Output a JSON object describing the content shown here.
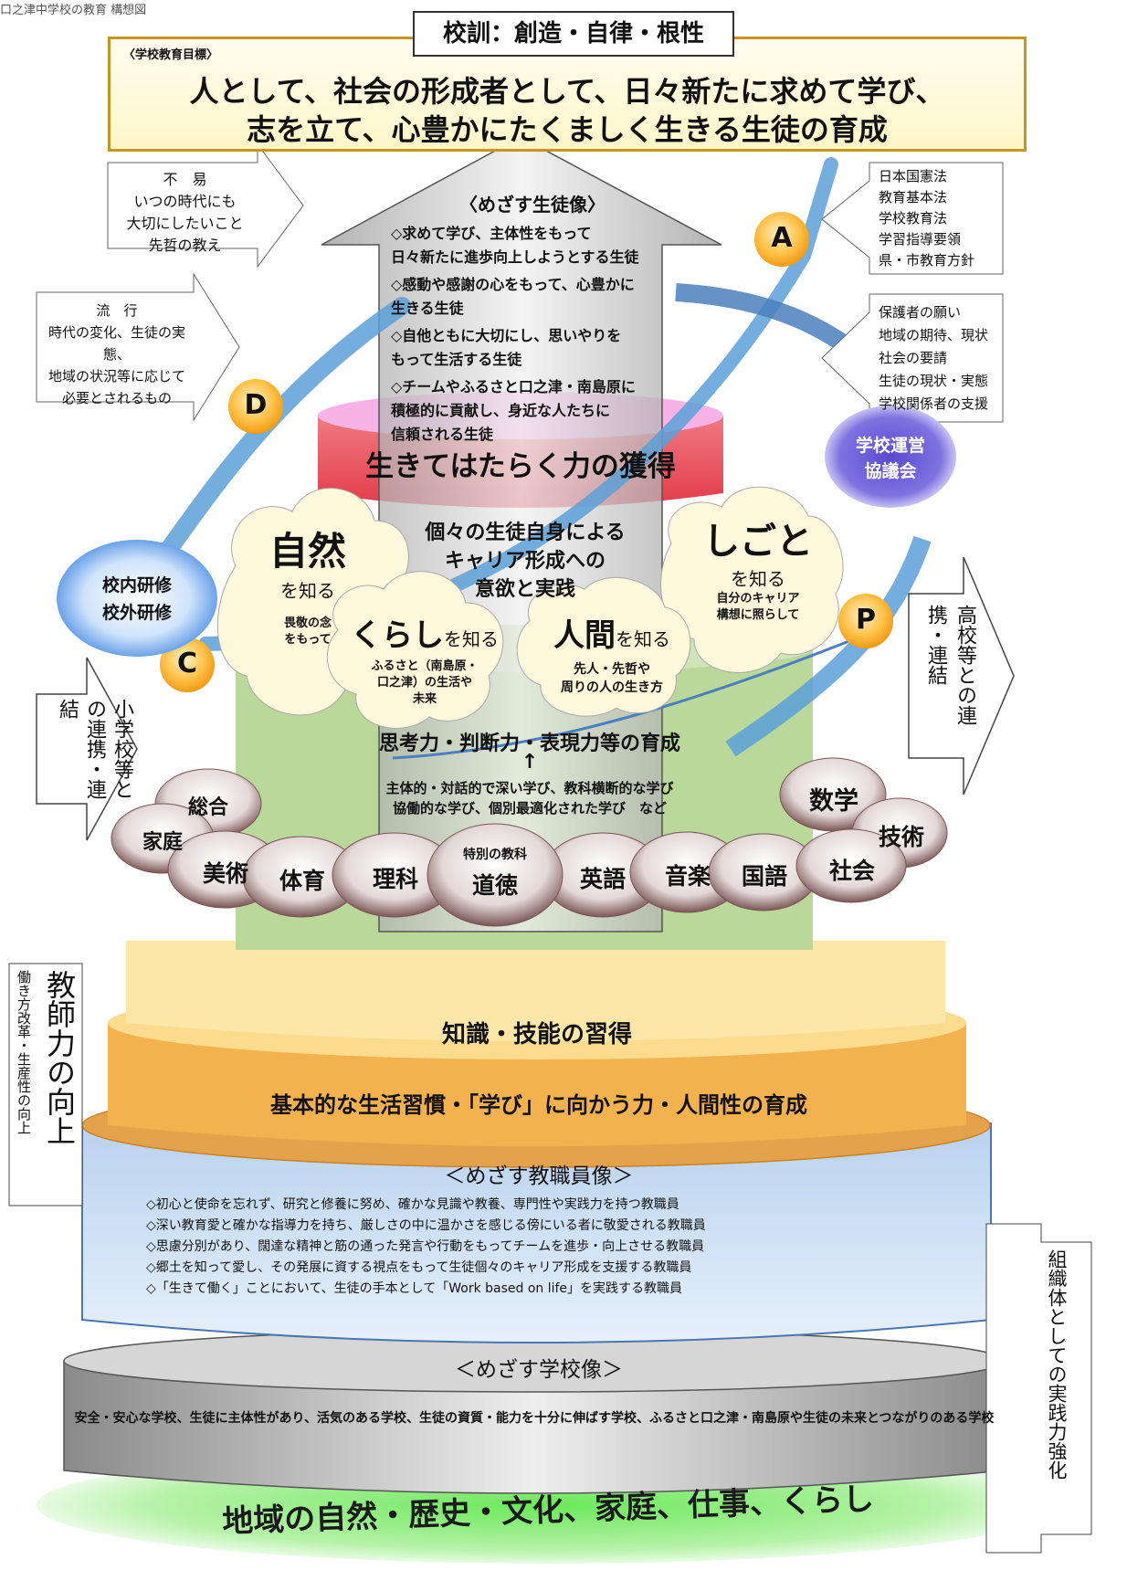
{
  "header_title": "口之津中学校の教育 構想図",
  "motto": "校訓：創造・自律・根性",
  "school_goal": {
    "label": "〈学校教育目標〉",
    "line1": "人として、社会の形成者として、日々新たに求めて学び、",
    "line2": "志を立て、心豊かにたくましく生きる生徒の育成"
  },
  "fueki": {
    "title": "不　易",
    "lines": [
      "いつの時代にも",
      "大切にしたいこと",
      "先哲の教え"
    ]
  },
  "ryuko": {
    "title": "流　行",
    "lines": [
      "時代の変化、生徒の実態、",
      "地域の状況等に応じて",
      "必要とされるもの"
    ]
  },
  "laws": [
    "日本国憲法",
    "教育基本法",
    "学校教育法",
    "学習指導要領",
    "県・市教育方針"
  ],
  "wishes": [
    "保護者の願い",
    "地域の期待、現状",
    "社会の要請",
    "生徒の現状・実態",
    "学校関係者の支援"
  ],
  "student_image": {
    "title": "〈めざす生徒像〉",
    "items": [
      [
        "◇求めて学び、主体性をもって",
        "日々新たに進歩向上しようとする生徒"
      ],
      [
        "◇感動や感謝の心をもって、心豊かに",
        "生きる生徒"
      ],
      [
        "◇自他ともに大切にし、思いやりを",
        "もって生活する生徒"
      ],
      [
        "◇チームやふるさと口之津・南島原に",
        "積極的に貢献し、身近な人たちに",
        "信頼される生徒"
      ]
    ]
  },
  "cycle": {
    "A": "A",
    "D": "D",
    "C": "C",
    "P": "P"
  },
  "council": [
    "学校運営",
    "協議会"
  ],
  "training": [
    "校内研修",
    "校外研修"
  ],
  "ikiru_chikara": "生きてはたらく力の獲得",
  "career": [
    "個々の生徒自身による",
    "キャリア形成への",
    "意欲と実践"
  ],
  "clouds": {
    "shizen": {
      "main": "自然",
      "sub": "を知る",
      "note": [
        "畏敬の念",
        "をもって"
      ]
    },
    "shigoto": {
      "main": "しごと",
      "sub": "を知る",
      "note": [
        "自分のキャリア",
        "構想に照らして"
      ]
    },
    "kurashi": {
      "main": "くらし",
      "sub": "を知る",
      "note": [
        "ふるさと（南島原・",
        "口之津）の生活や",
        "未来"
      ]
    },
    "ningen": {
      "main": "人間",
      "sub": "を知る",
      "note": [
        "先人・先哲や",
        "周りの人の生き方"
      ]
    }
  },
  "thinking": {
    "title": "思考力・判断力・表現力等の育成",
    "arrow": "↑",
    "lines": [
      "主体的・対話的で深い学び、教科横断的な学び",
      "協働的な学び、個別最適化された学び　など"
    ]
  },
  "subjects": {
    "sogo": "総合",
    "katei": "家庭",
    "bijutsu": "美術",
    "taiiku": "体育",
    "rika": "理科",
    "tokubetsu": "特別の教科",
    "dotoku": "道徳",
    "eigo": "英語",
    "ongaku": "音楽",
    "kokugo": "国語",
    "shakai": "社会",
    "sugaku": "数学",
    "gijutsu": "技術"
  },
  "knowledge": "知識・技能の習得",
  "basic": "基本的な生活習慣・「学び」に向かう力・人間性の育成",
  "elementary": "小学校等との連携・連結",
  "highschool": "高校等との連携・連結",
  "teacher_power": "教師力の向上",
  "work_reform": "働き方改革・生産性の向上",
  "teacher_image": {
    "title": "＜めざす教職員像＞",
    "items": [
      "◇初心と使命を忘れず、研究と修養に努め、確かな見識や教養、専門性や実践力を持つ教職員",
      "◇深い教育愛と確かな指導力を持ち、厳しさの中に温かさを感じる傍にいる者に敬愛される教職員",
      "◇思慮分別があり、闊達な精神と筋の通った発言や行動をもってチームを進歩・向上させる教職員",
      "◇郷土を知って愛し、その発展に資する視点をもって生徒個々のキャリア形成を支援する教職員",
      "◇「生きて働く」ことにおいて、生徒の手本として「Work based on life」を実践する教職員"
    ]
  },
  "org_power": "組織体としての実践力強化",
  "school_image": {
    "title": "＜めざす学校像＞",
    "text": "安全・安心な学校、生徒に主体性があり、活気のある学校、生徒の資質・能力を十分に伸ばす学校、ふるさと口之津・南島原や生徒の未来とつながりのある学校"
  },
  "base": "地域の自然・歴史・文化、家庭、仕事、くらし",
  "colors": {
    "accent_gold": "#c99420",
    "cycle_blue": "#5aa0d8",
    "life_red": "#e8505a",
    "green_layer": "#b9d89a"
  }
}
